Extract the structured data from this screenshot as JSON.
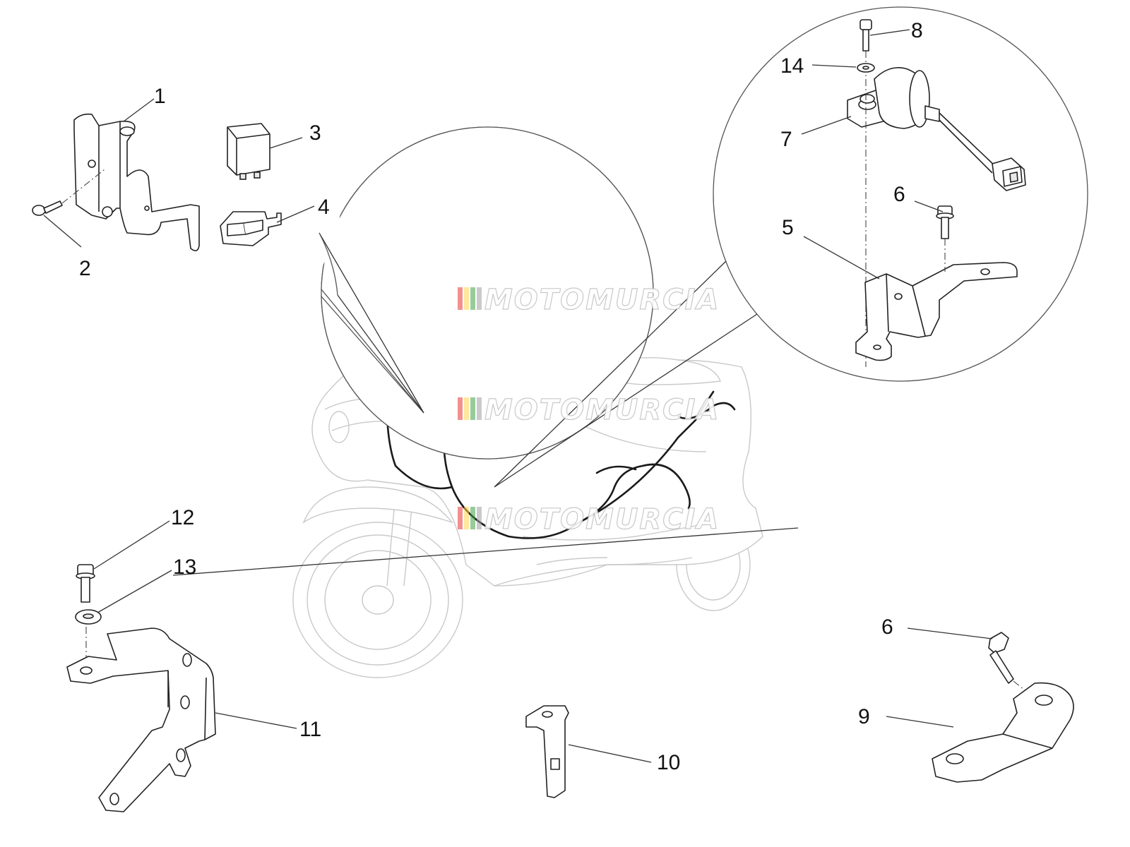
{
  "watermark": {
    "text": "MOTOMURCIA",
    "stripe_colors": [
      "#e53935",
      "#ffd54f",
      "#43a047",
      "#9e9e9e"
    ]
  },
  "callouts": [
    {
      "id": "1",
      "label": "1"
    },
    {
      "id": "2",
      "label": "2"
    },
    {
      "id": "3",
      "label": "3"
    },
    {
      "id": "4",
      "label": "4"
    },
    {
      "id": "5",
      "label": "5"
    },
    {
      "id": "6a",
      "label": "6"
    },
    {
      "id": "6b",
      "label": "6"
    },
    {
      "id": "7",
      "label": "7"
    },
    {
      "id": "8",
      "label": "8"
    },
    {
      "id": "9",
      "label": "9"
    },
    {
      "id": "10",
      "label": "10"
    },
    {
      "id": "11",
      "label": "11"
    },
    {
      "id": "12",
      "label": "12"
    },
    {
      "id": "13",
      "label": "13"
    },
    {
      "id": "14",
      "label": "14"
    }
  ],
  "colors": {
    "line": "#222222",
    "ghost": "#c9c9c9",
    "harness": "#1a1a1a"
  }
}
